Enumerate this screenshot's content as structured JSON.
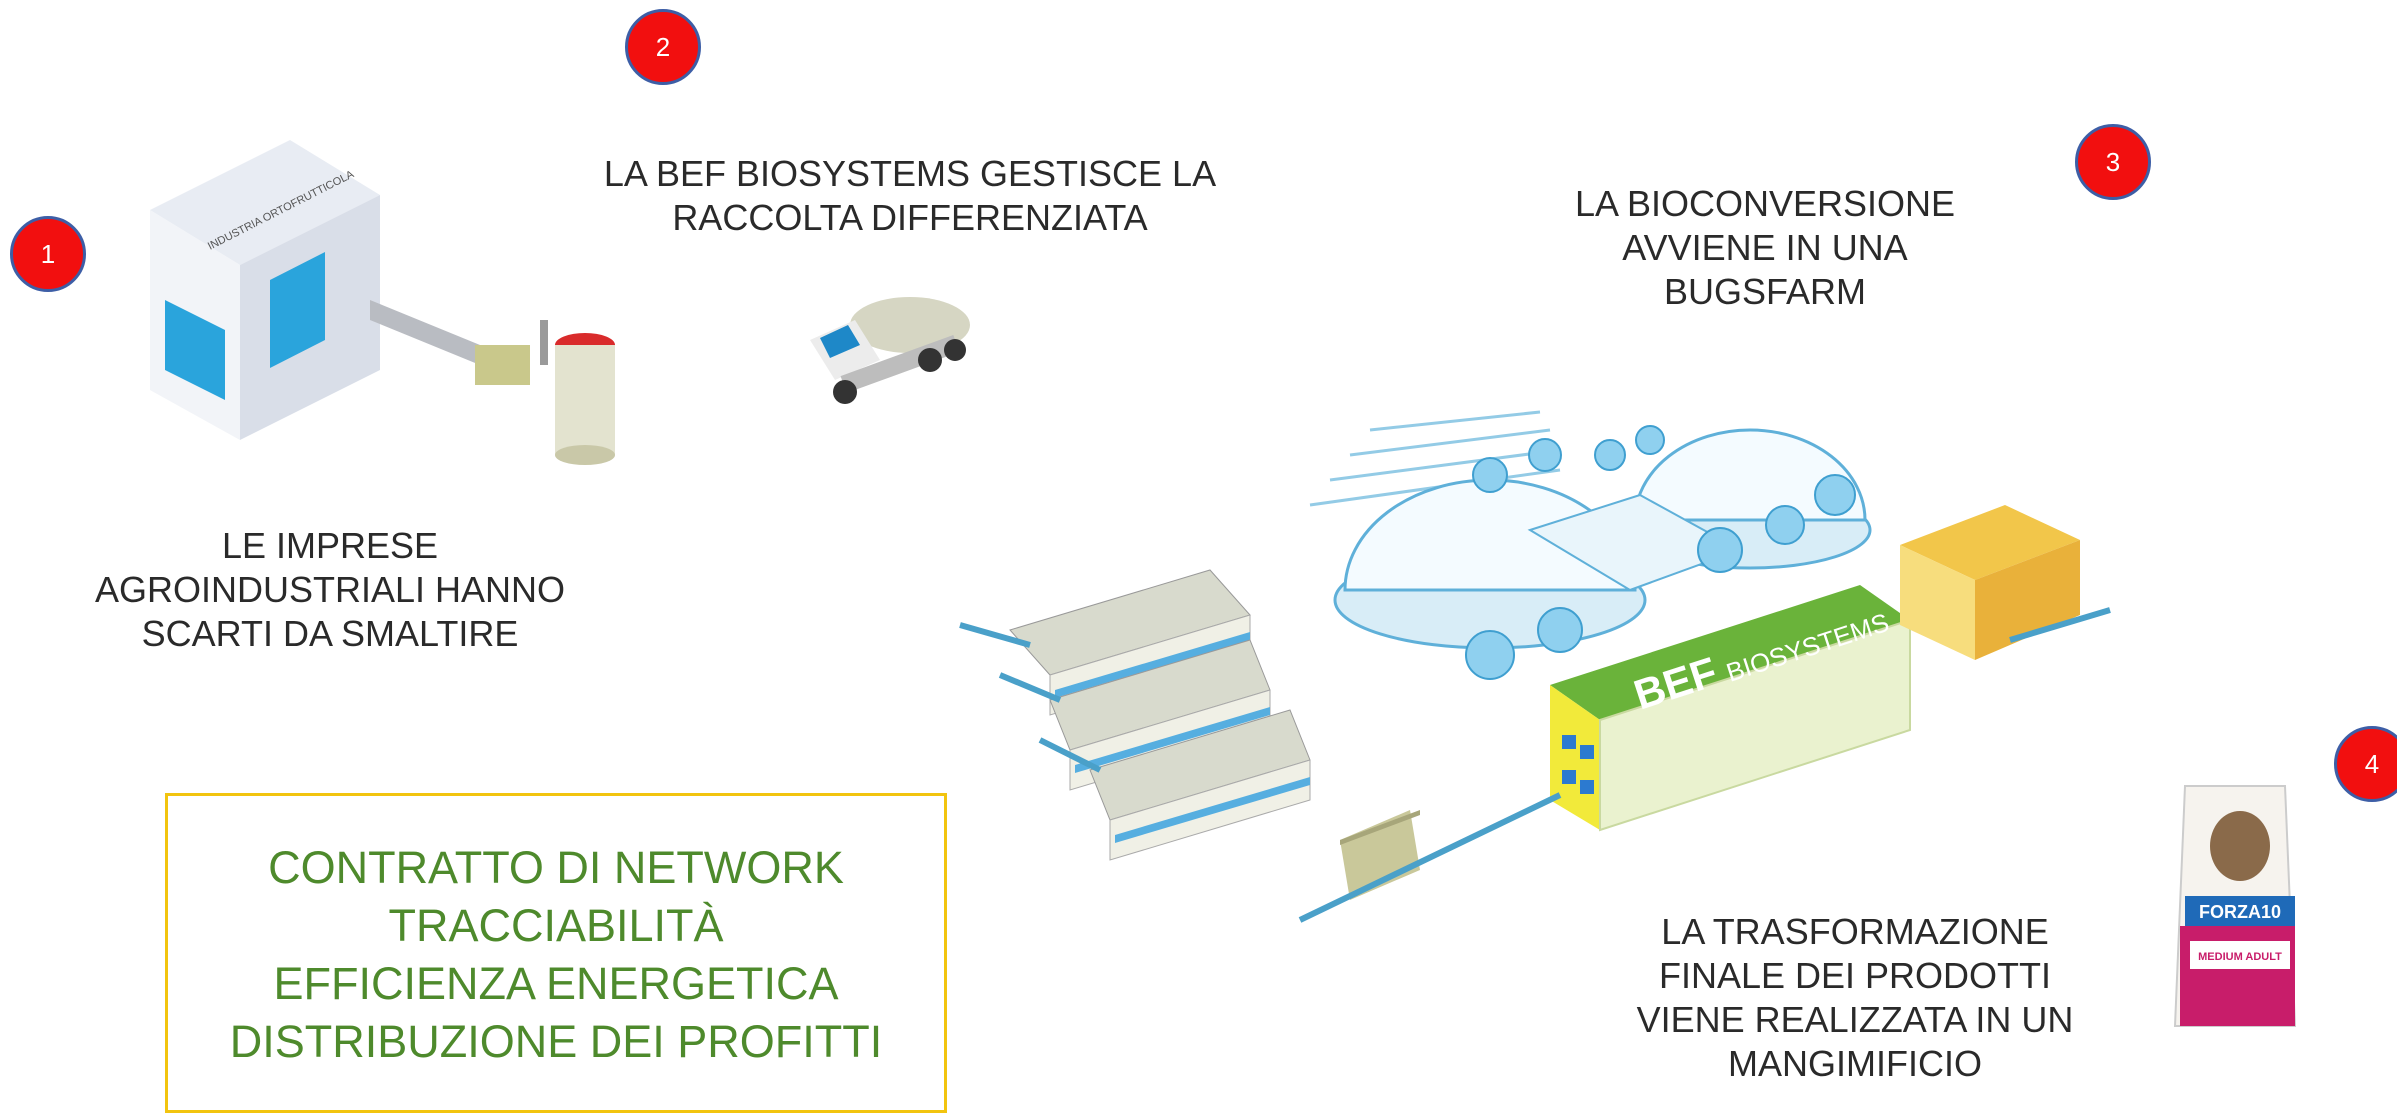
{
  "steps": [
    {
      "number": "1",
      "caption": "LE IMPRESE\nAGROINDUSTRIALI HANNO\nSCARTI DA SMALTIRE"
    },
    {
      "number": "2",
      "caption": "LA BEF BIOSYSTEMS GESTISCE LA\nRACCOLTA DIFFERENZIATA"
    },
    {
      "number": "3",
      "caption": "LA BIOCONVERSIONE\nAVVIENE  IN UNA\nBUGSFARM"
    },
    {
      "number": "4",
      "caption": "LA TRASFORMAZIONE\nFINALE DEI PRODOTTI\nVIENE REALIZZATA IN UN\nMANGIMIFICIO"
    }
  ],
  "illustrations": {
    "factory_sign": "INDUSTRIA ORTOFRUTTICOLA",
    "bugsfarm_logo": "BEF",
    "bugsfarm_sign": "BIOSYSTEMS",
    "feed_bag_brand": "FORZA10",
    "feed_bag_label": "MEDIUM ADULT"
  },
  "network_box": {
    "lines": [
      "CONTRATTO DI NETWORK",
      "TRACCIABILITÀ",
      "EFFICIENZA ENERGETICA",
      "DISTRIBUZIONE DEI PROFITTI"
    ]
  },
  "colors": {
    "badge": "#f20f0f",
    "badge_border": "#3d5ea6",
    "network_text": "#4e8a2c",
    "network_border": "#f2c40f"
  }
}
